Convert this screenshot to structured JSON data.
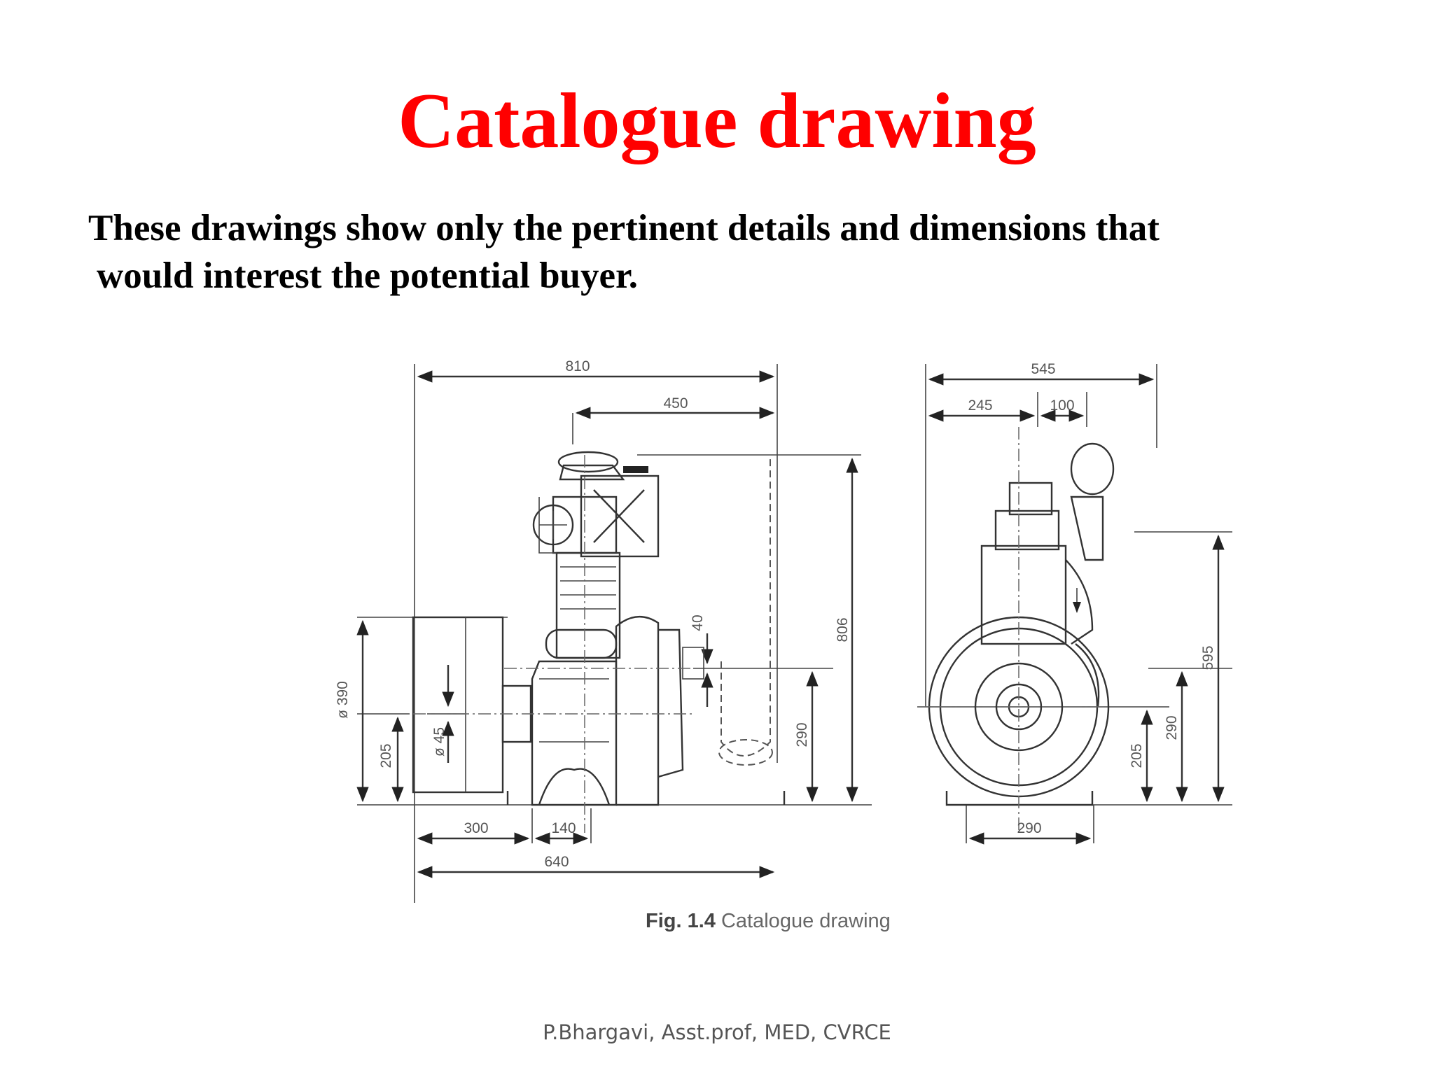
{
  "slide": {
    "title": "Catalogue drawing",
    "body_line1": "These drawings show only the pertinent details and dimensions that",
    "body_line2": "would interest the potential buyer.",
    "footer": "P.Bhargavi, Asst.prof, MED, CVRCE",
    "title_color": "#ff0000"
  },
  "figure": {
    "caption_prefix": "Fig. 1.4",
    "caption_text": "Catalogue drawing",
    "front_view_dimensions": {
      "overall_width": "810",
      "upper_width": "450",
      "overall_height": "806",
      "shaft_height": "290",
      "offset_small": "40",
      "pulley_diameter": "ø 390",
      "base_height": "205",
      "shaft_diameter": "ø 45",
      "base_left": "300",
      "base_mid": "140",
      "base_total": "640"
    },
    "side_view_dimensions": {
      "overall_width": "545",
      "left_width": "245",
      "mid_width": "100",
      "height_595": "595",
      "height_290": "290",
      "height_205": "205",
      "base_width": "290"
    }
  }
}
